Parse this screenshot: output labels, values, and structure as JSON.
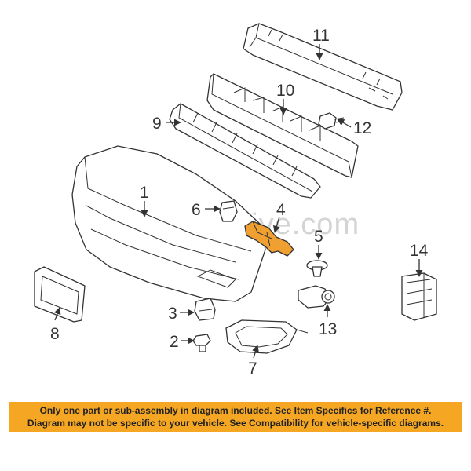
{
  "watermark": "Partomotive.com",
  "callouts": {
    "c1": "1",
    "c2": "2",
    "c3": "3",
    "c4": "4",
    "c5": "5",
    "c6": "6",
    "c7": "7",
    "c8": "8",
    "c9": "9",
    "c10": "10",
    "c11": "11",
    "c12": "12",
    "c13": "13",
    "c14": "14"
  },
  "highlight_color": "#f0a030",
  "banner_color": "#f5a623",
  "disclaimer": {
    "line1": "Only one part or sub-assembly in diagram included. See Item Specifics for Reference #.",
    "line2": "Diagram may not be specific to your vehicle. See Compatibility for vehicle-specific diagrams."
  }
}
